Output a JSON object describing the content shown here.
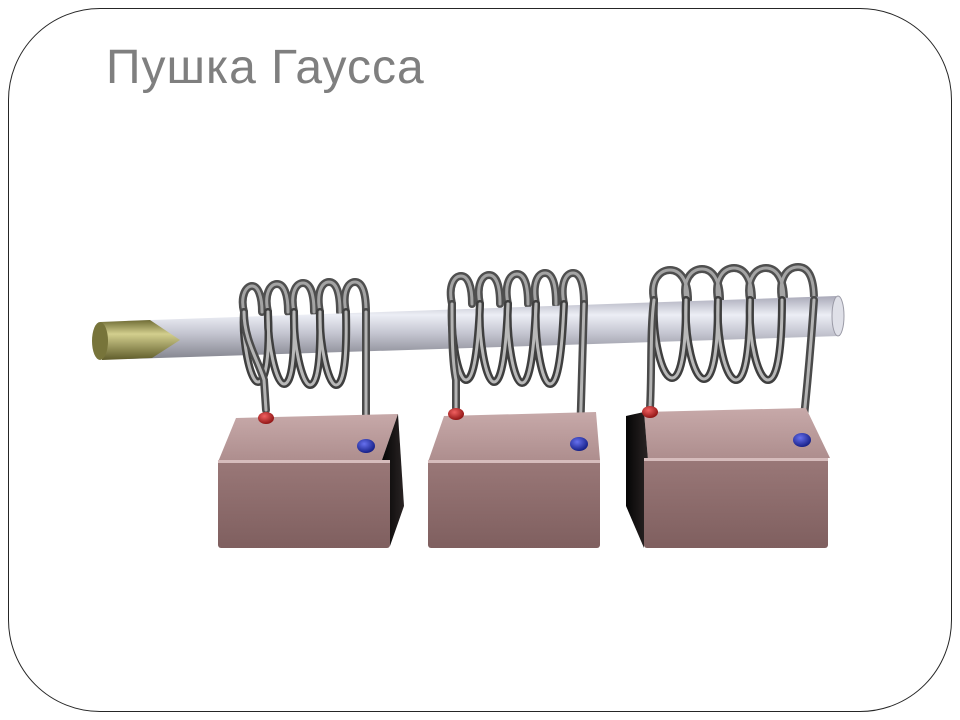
{
  "slide": {
    "title": "Пушка Гаусса"
  },
  "illustration": {
    "subject": "gauss-gun",
    "coil_count": 3,
    "colors": {
      "tube": "#c9c9d4",
      "projectile": "#9a9655",
      "coil_wire": "#8c8c8c",
      "battery": "#8d6b6b",
      "terminal_positive": "#b01c1c",
      "terminal_negative": "#1f2aa8",
      "frame_border": "#262626",
      "title_text": "#7f7f7f"
    }
  }
}
